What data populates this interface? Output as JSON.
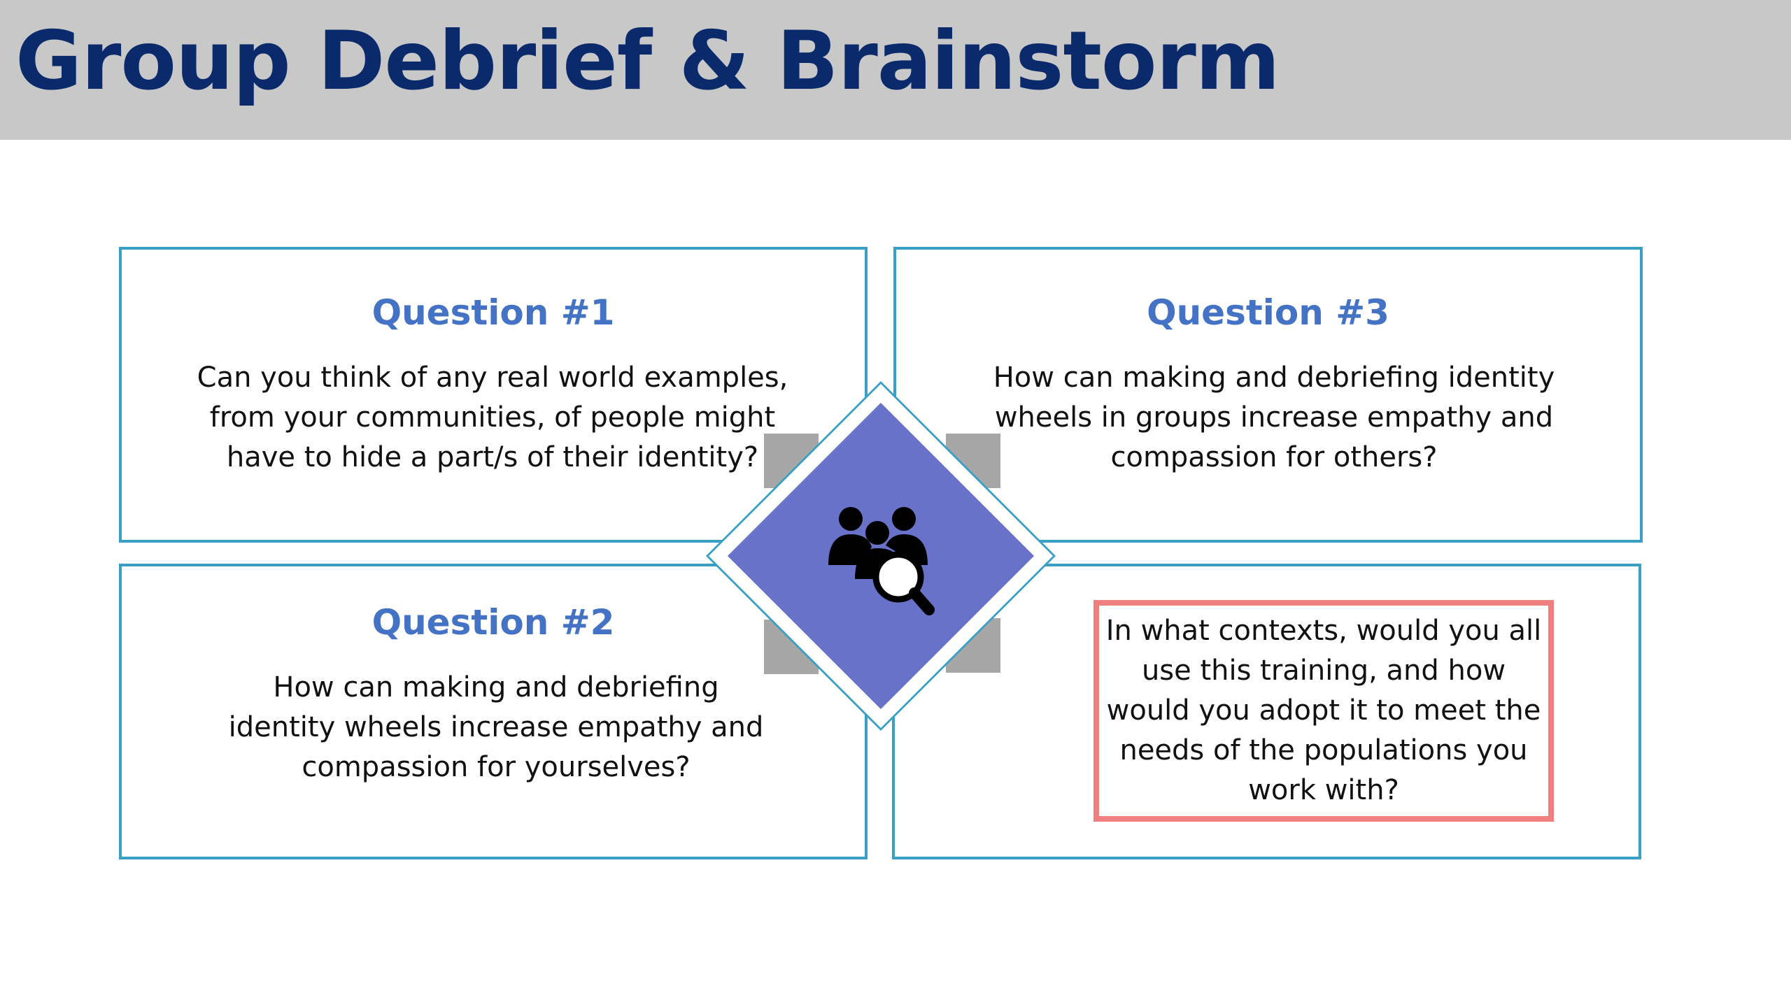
{
  "slide": {
    "title": "Group Debrief & Brainstorm"
  },
  "questions": {
    "q1": {
      "title": "Question #1",
      "body": "Can you think of any real world examples, from your communities, of people might have to hide a part/s of their identity?"
    },
    "q2": {
      "title": "Question #2",
      "body": "How can making and debriefing identity wheels increase empathy and compassion for yourselves?"
    },
    "q3": {
      "title": "Question #3",
      "body": "How can making and debriefing identity wheels in groups increase empathy and compassion for others?"
    },
    "q4": {
      "body": "In what contexts, would you all use this training, and how would you adopt it to meet the needs of the populations you work with?"
    }
  },
  "center": {
    "icon": "group-search-icon"
  },
  "colors": {
    "header_background": "#c8c8c8",
    "title_text": "#0b2a6b",
    "question_title": "#4472c4",
    "panel_border": "#3a9fc4",
    "diamond_fill": "#6772c8",
    "highlight_border": "#f08080",
    "corner_squares": "#a6a6a6"
  }
}
